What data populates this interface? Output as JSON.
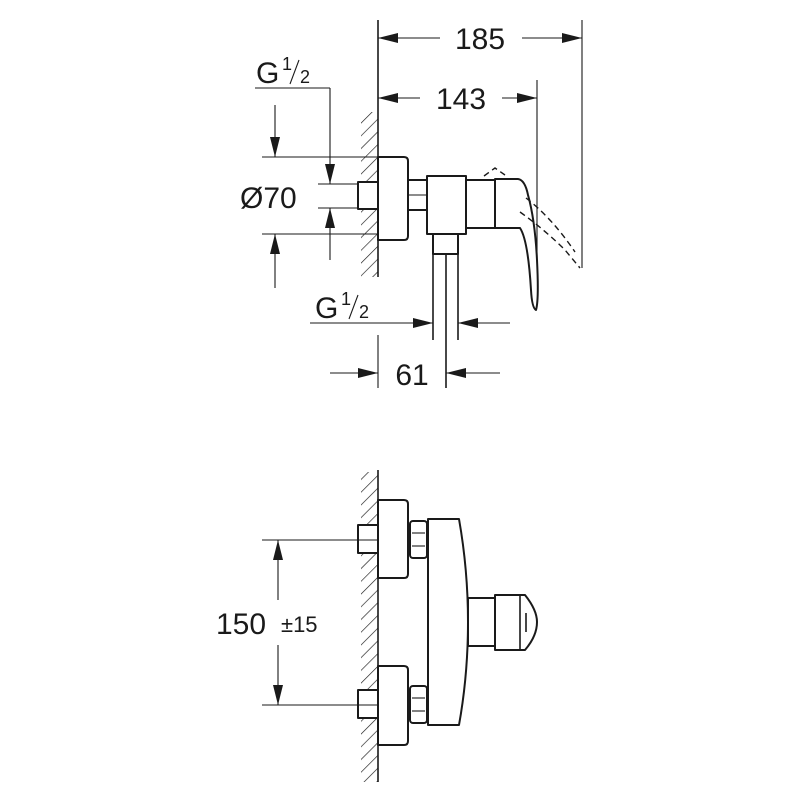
{
  "title": "Shower mixer dimension drawing",
  "dimensions": {
    "overall_depth": "185",
    "lever_depth": "143",
    "thread_top": {
      "g": "G",
      "num": "1",
      "den": "2"
    },
    "flange_diameter": "Ø70",
    "thread_outlet": {
      "g": "G",
      "num": "1",
      "den": "2"
    },
    "outlet_offset": "61",
    "inlet_spacing": "150",
    "inlet_tolerance": "±15"
  },
  "colors": {
    "line": "#1a1a1a",
    "background": "#ffffff"
  }
}
